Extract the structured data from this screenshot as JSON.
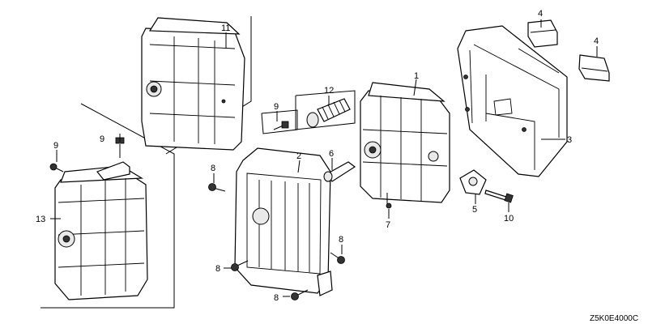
{
  "diagram": {
    "code": "Z5K0E4000C",
    "callouts": {
      "c1": "1",
      "c2": "2",
      "c3": "3",
      "c4a": "4",
      "c4b": "4",
      "c5": "5",
      "c6": "6",
      "c7": "7",
      "c8a": "8",
      "c8b": "8",
      "c8c": "8",
      "c8d": "8",
      "c9a": "9",
      "c9b": "9",
      "c9c": "9",
      "c10": "10",
      "c11": "11",
      "c12": "12",
      "c13": "13"
    }
  }
}
